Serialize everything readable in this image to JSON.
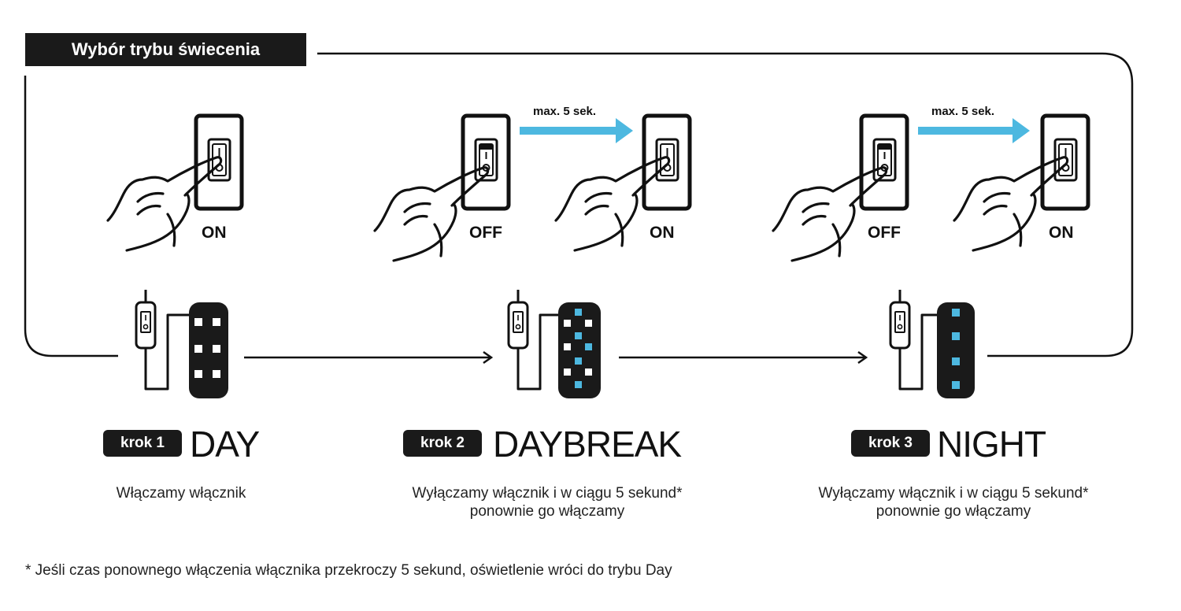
{
  "title": "Wybór trybu świecenia",
  "switch_states": {
    "on": "ON",
    "off": "OFF"
  },
  "arrow_label": "max. 5 sek.",
  "colors": {
    "accent": "#4db8e0",
    "dark": "#1a1a1a"
  },
  "steps": [
    {
      "badge": "krok 1",
      "mode": "DAY",
      "desc_line1": "Włączamy włącznik",
      "desc_line2": "",
      "led_pattern": "all-white"
    },
    {
      "badge": "krok 2",
      "mode": "DAYBREAK",
      "desc_line1": "Wyłączamy włącznik i w ciągu 5 sekund*",
      "desc_line2": "ponownie go włączamy",
      "led_pattern": "mixed"
    },
    {
      "badge": "krok 3",
      "mode": "NIGHT",
      "desc_line1": "Wyłączamy włącznik i w ciągu 5 sekund*",
      "desc_line2": "ponownie go włączamy",
      "led_pattern": "blue"
    }
  ],
  "footnote": "* Jeśli czas ponownego włączenia włącznika przekroczy 5 sekund, oświetlenie wróci do trybu Day"
}
